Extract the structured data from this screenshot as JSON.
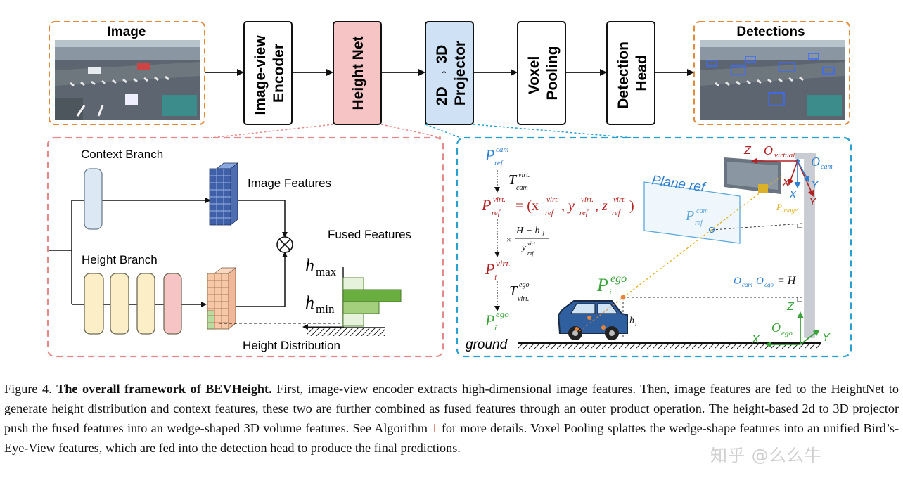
{
  "figure": {
    "image_label": "Image",
    "detections_label": "Detections",
    "modules": [
      "Image-view Encoder",
      "Height Net",
      "2D → 3D Projector",
      "Voxel Pooling",
      "Detection Head"
    ],
    "module_lines": [
      [
        "Image-view",
        "Encoder"
      ],
      [
        "Height Net"
      ],
      [
        "2D → 3D",
        "Projector"
      ],
      [
        "Voxel",
        "Pooling"
      ],
      [
        "Detection",
        "Head"
      ]
    ],
    "heightnet": {
      "context_branch": "Context Branch",
      "height_branch": "Height Branch",
      "image_features": "Image Features",
      "fused_features": "Fused Features",
      "height_distribution": "Height Distribution",
      "h_max": "max",
      "h_min": "min",
      "h_symbol": "h"
    },
    "projector": {
      "plane_ref": "Plane ref",
      "ground": "ground",
      "o_cam_o_ego_eq": "= H",
      "eq_text": "= (x",
      "axis_x": "X",
      "axis_y": "Y",
      "axis_z": "Z"
    },
    "colors": {
      "heightnet_fill": "#f6c4c4",
      "projector_fill": "#cfe1f5",
      "orange_dash": "#e08a3c",
      "pink_dash": "#e38b8b",
      "blue_dash": "#2aa0d0",
      "green": "#3aa33a",
      "red": "#b22222",
      "blue": "#2f7fd0"
    }
  },
  "caption": {
    "figure_number": "Figure 4.",
    "title": "The overall framework of BEVHeight.",
    "body_part1": "First, image-view encoder extracts high-dimensional image features. Then, image features are fed to the HeightNet to generate height distribution and context features, these two are further combined as fused features through an outer product operation. The height-based 2d to 3D projector push the fused features into an wedge-shaped 3D volume features. See Algorithm",
    "algorithm_ref": "1",
    "body_part2": "for more details. Voxel Pooling splattes the wedge-shape features into an unified Bird’s-Eye-View features, which are fed into the detection head to produce the final predictions."
  },
  "watermark": "知乎 @么么牛"
}
